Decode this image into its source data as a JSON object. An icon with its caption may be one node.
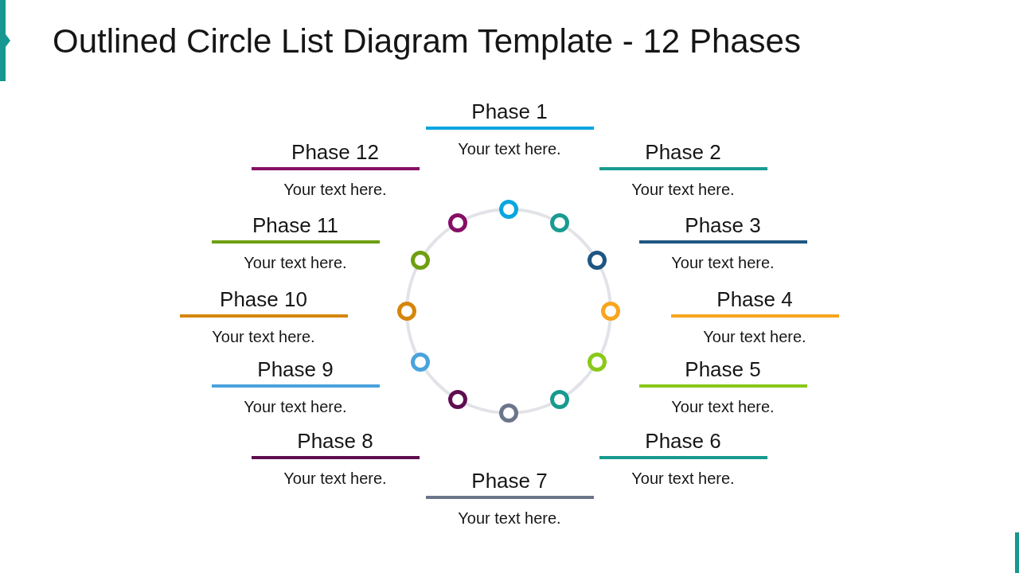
{
  "diagram": {
    "title": "Outlined Circle List Diagram Template - 12 Phases",
    "nodes": [
      {
        "text": [
          "Phase 1",
          "Your text here."
        ]
      },
      {
        "text": [
          "Phase 2",
          "Your text here."
        ]
      },
      {
        "text": [
          "Phase 3",
          "Your text here."
        ]
      },
      {
        "text": [
          "Phase 4",
          "Your text here."
        ]
      },
      {
        "text": [
          "Phase 5",
          "Your text here."
        ]
      },
      {
        "text": [
          "Phase 6",
          "Your text here."
        ]
      },
      {
        "text": [
          "Phase 7",
          "Your text here."
        ]
      },
      {
        "text": [
          "Phase 8",
          "Your text here."
        ]
      },
      {
        "text": [
          "Phase 9",
          "Your text here."
        ]
      },
      {
        "text": [
          "Phase 10",
          "Your text here."
        ]
      },
      {
        "text": [
          "Phase 11",
          "Your text here."
        ]
      },
      {
        "text": [
          "Phase 12",
          "Your text here."
        ]
      }
    ]
  }
}
